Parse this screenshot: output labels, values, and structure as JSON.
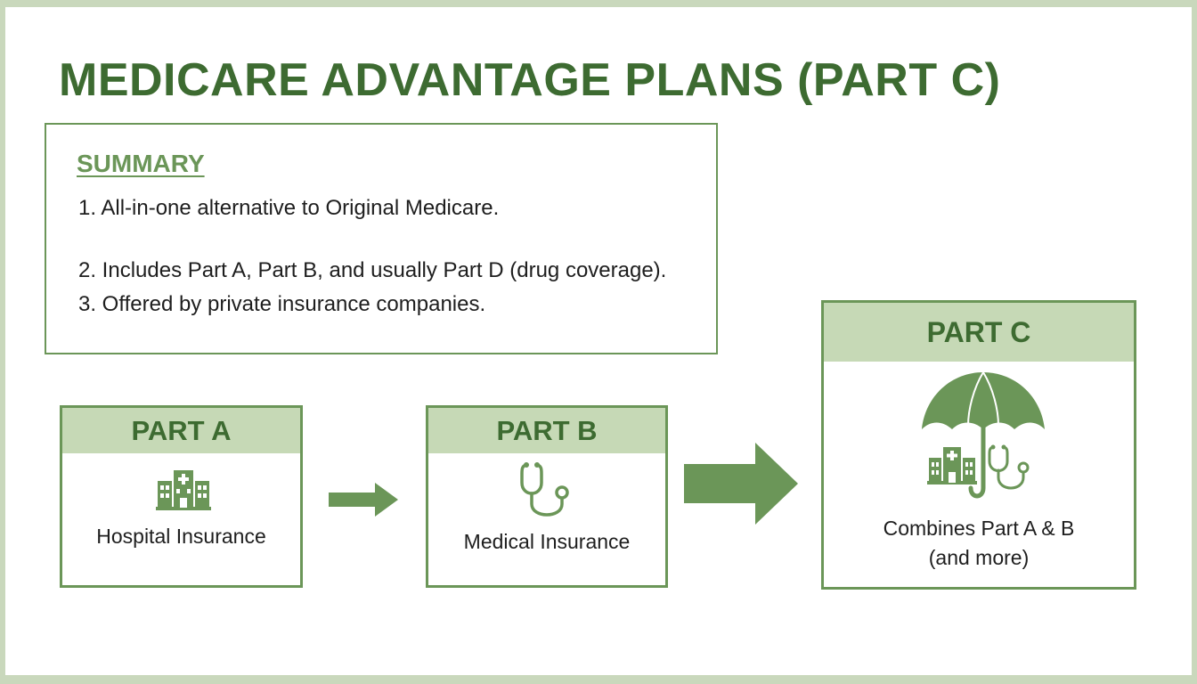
{
  "title": "MEDICARE ADVANTAGE PLANS (PART C)",
  "summary": {
    "heading": "SUMMARY",
    "items": [
      "1. All-in-one alternative to Original Medicare.",
      "2. Includes Part A, Part B, and usually Part D (drug coverage).",
      "3. Offered by private insurance companies."
    ]
  },
  "parts": [
    {
      "title": "PART A",
      "label": "Hospital Insurance",
      "icon": "hospital-icon"
    },
    {
      "title": "PART B",
      "label": "Medical Insurance",
      "icon": "stethoscope-icon"
    },
    {
      "title": "PART C",
      "label_line1": "Combines Part A & B",
      "label_line2": "(and more)",
      "icon": "umbrella-coverage-icon"
    }
  ],
  "colors": {
    "primary_green": "#3d6b31",
    "accent_green": "#6b9658",
    "header_fill": "#c6d9b6",
    "frame": "#c9d8bc"
  }
}
